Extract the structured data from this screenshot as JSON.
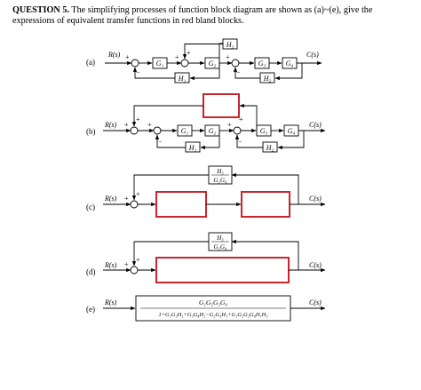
{
  "question": {
    "label": "QUESTION 5.",
    "text": " The simplifying processes of function block diagram are shown as (a)~(e), give the expressions of equivalent transfer functions in red bland blocks."
  },
  "signals": {
    "input": "R(s)",
    "output": "C(s)"
  },
  "signs": {
    "plus": "+",
    "minus": "−"
  },
  "diagrams": {
    "a": {
      "label": "(a)",
      "blocks": {
        "g1": "G₁",
        "g2": "G₂",
        "g3": "G₃",
        "g4": "G₄",
        "h1": "H₁",
        "h2": "H₂",
        "h3": "H₃"
      }
    },
    "b": {
      "label": "(b)",
      "blocks": {
        "g1": "G₁",
        "g2": "G₂",
        "g3": "G₃",
        "g4": "G₄",
        "h1": "H₁",
        "h2": "H₂"
      }
    },
    "c": {
      "label": "(c)",
      "feedback_num": "H₃",
      "feedback_den": "G₁G₄"
    },
    "d": {
      "label": "(d)",
      "feedback_num": "H₃",
      "feedback_den": "G₁G₄"
    },
    "e": {
      "label": "(e)",
      "numerator": "G₁G₂G₃G₄",
      "denominator": "1+G₁G₂H₁+G₃G₄H₂−G₂G₃H₁+G₁G₂G₃G₄H₁H₂"
    }
  },
  "colors": {
    "answer_box": "#c8262e"
  }
}
